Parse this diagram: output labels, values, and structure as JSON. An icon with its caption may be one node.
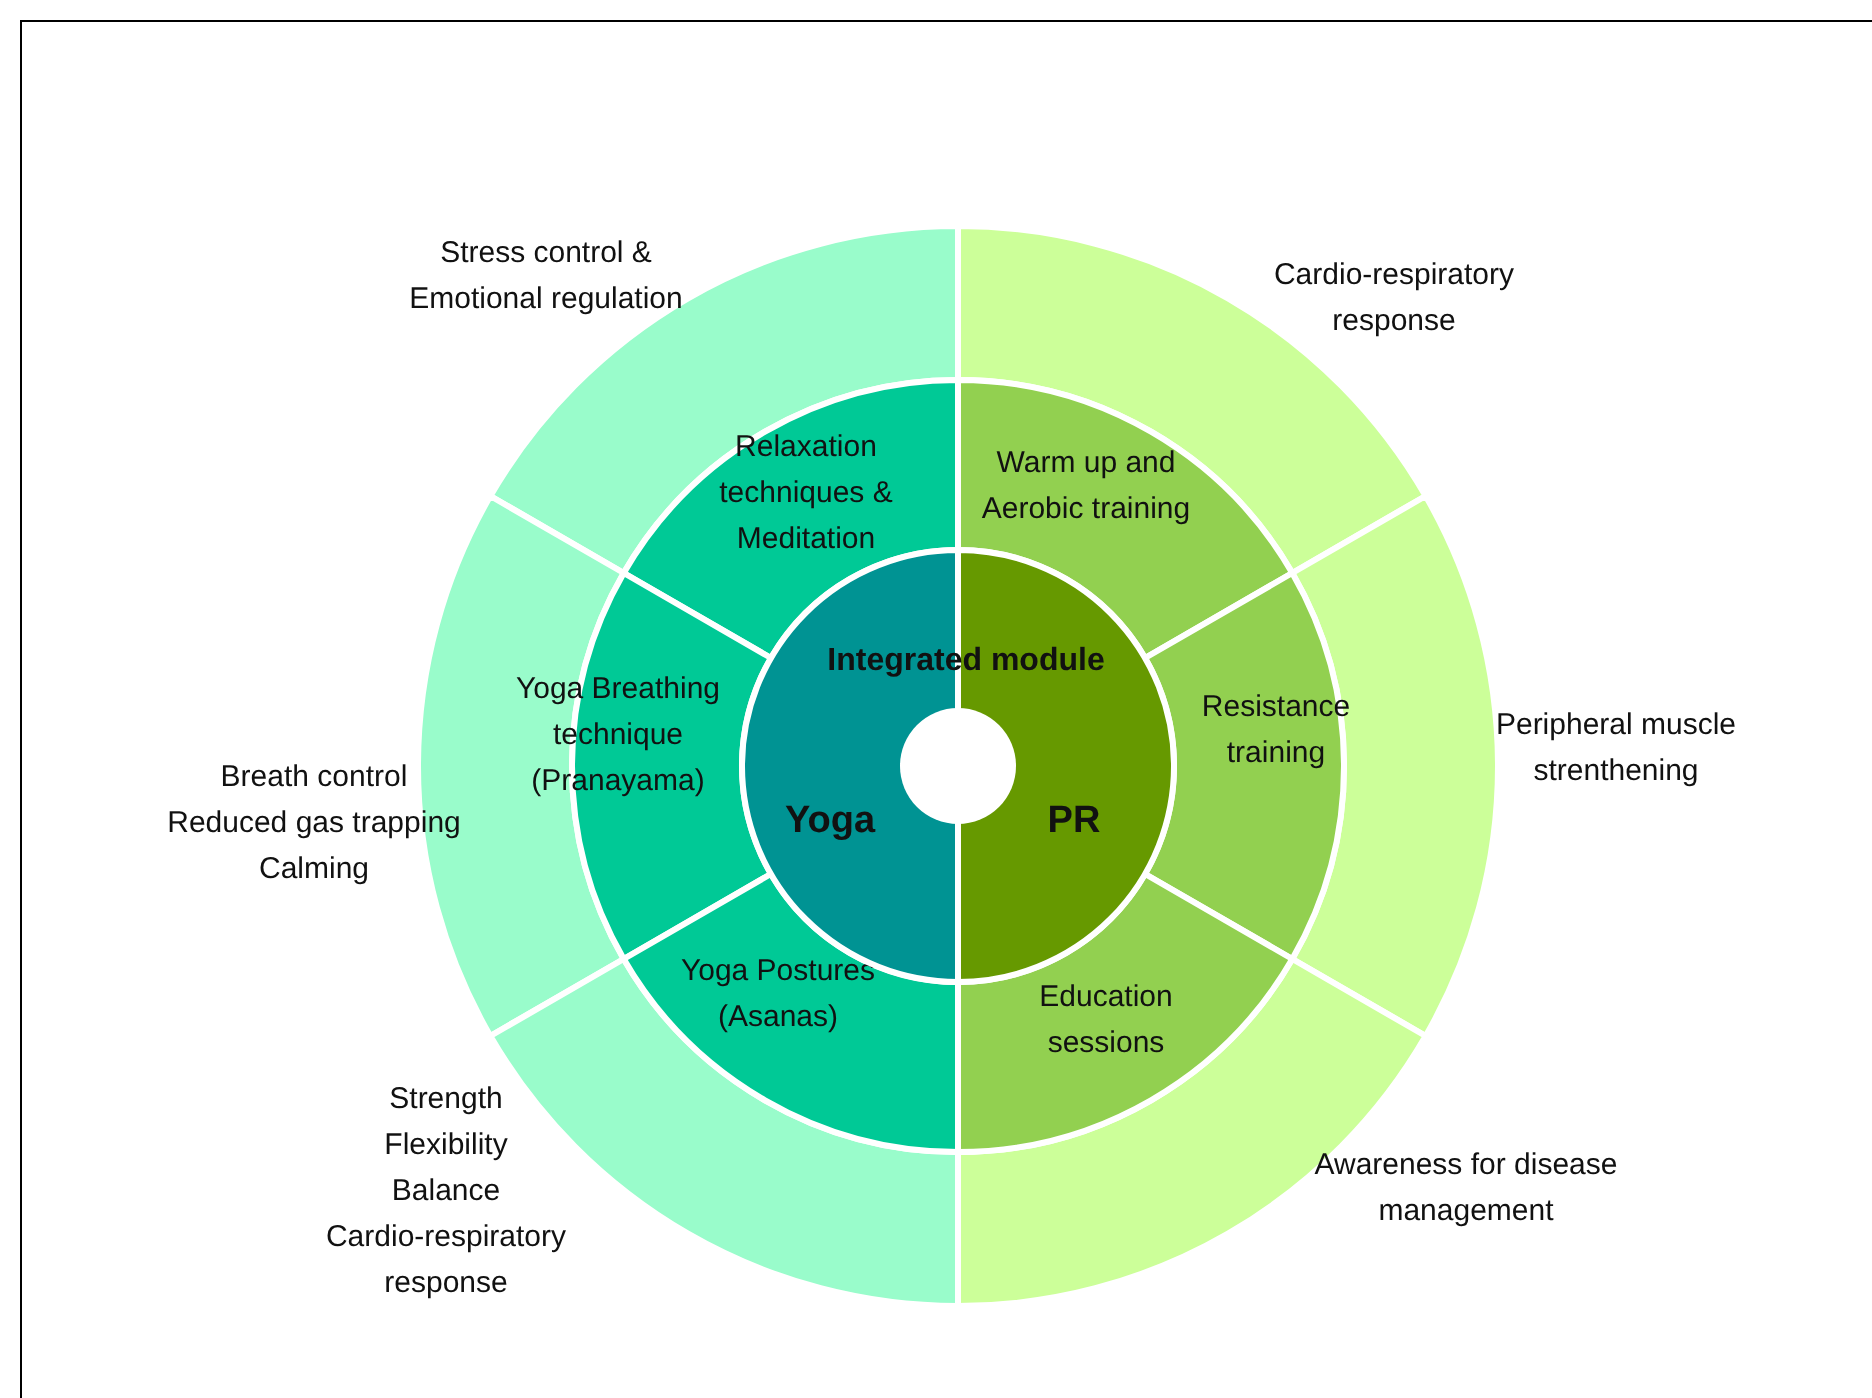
{
  "diagram": {
    "nodes": [
      {
        "text": [
          "Yoga"
        ]
      },
      {
        "text": [
          "PR"
        ]
      },
      {
        "text": [
          "Relaxation techniques & Meditation"
        ]
      },
      {
        "text": [
          "Yoga Breathing technique (Pranayama)"
        ]
      },
      {
        "text": [
          "Yoga Postures (Asanas)"
        ]
      },
      {
        "text": [
          "Warm up and Aerobic training"
        ]
      },
      {
        "text": [
          "Resistance training"
        ]
      },
      {
        "text": [
          "Education sessions"
        ]
      },
      {
        "text": [
          "Stress control & Emotional regulation"
        ]
      },
      {
        "text": [
          "Breath control Reduced gas trapping Calming"
        ]
      },
      {
        "text": [
          "Strength Flexibility Balance Cardio-respiratory response"
        ]
      },
      {
        "text": [
          "Cardio-respiratory response"
        ]
      },
      {
        "text": [
          "Peripheral muscle strenthening"
        ]
      },
      {
        "text": [
          "Awareness for disease management"
        ]
      }
    ],
    "labels": [
      "Integrated module"
    ]
  }
}
